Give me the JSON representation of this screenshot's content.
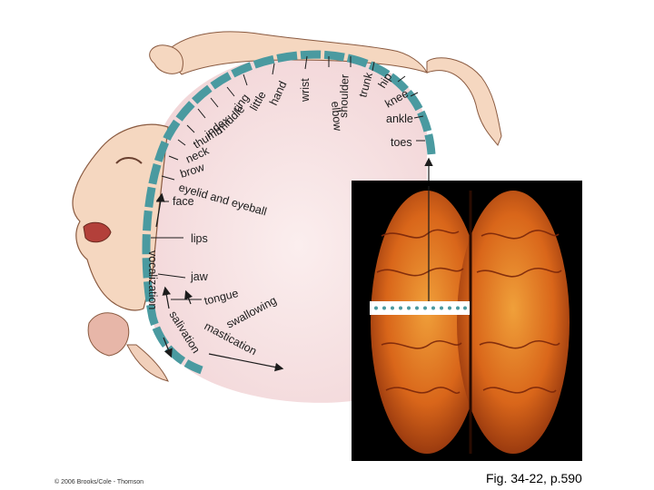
{
  "labels": {
    "toes": "toes",
    "ankle": "ankle",
    "knee": "knee",
    "hip": "hip",
    "trunk": "trunk",
    "shoulder": "shoulder",
    "elbow": "elbow",
    "wrist": "wrist",
    "hand": "hand",
    "little": "little",
    "ring": "ring",
    "middle": "middle",
    "index": "index",
    "thumb": "thumb",
    "neck": "neck",
    "brow": "brow",
    "eyelid_eyeball": "eyelid and eyeball",
    "face": "face",
    "lips": "lips",
    "jaw": "jaw",
    "tongue": "tongue",
    "swallowing": "swallowing",
    "mastication": "mastication",
    "salivation": "salivation",
    "vocalization": "vocalization"
  },
  "copyright": "© 2006 Brooks/Cole - Thomson",
  "caption": "Fig. 34-22, p.590",
  "colors": {
    "cortex_band": "#4a9aa0",
    "section_fill": "#f5dede",
    "figure_skin": "#f5d7c0",
    "brain_orange": "#d9661a",
    "photo_background": "#000000"
  }
}
